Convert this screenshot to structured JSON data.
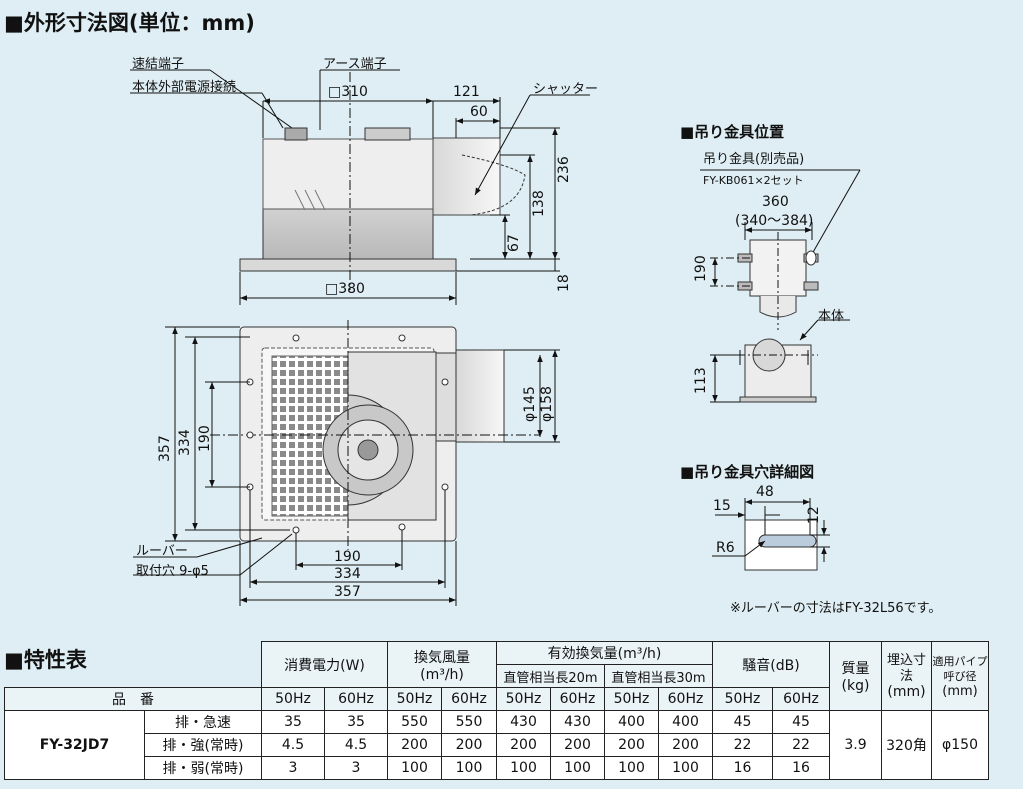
{
  "titles": {
    "dimension": "■外形寸法図(単位：mm)",
    "hanger_position": "■吊り金具位置",
    "hanger_hole": "■吊り金具穴詳細図",
    "spec": "■特性表"
  },
  "side_view": {
    "quick_terminal": "速結端子",
    "power_connection": "本体外部電源接続",
    "earth_terminal": "アース端子",
    "shutter": "シャッター",
    "dim_310": "□310",
    "dim_380": "□380",
    "dim_121": "121",
    "dim_60": "60",
    "dim_236": "236",
    "dim_138": "138",
    "dim_67": "67",
    "dim_18": "18"
  },
  "top_view": {
    "dim_357v": "357",
    "dim_334v": "334",
    "dim_190v": "190",
    "dim_145": "φ145",
    "dim_158": "φ158",
    "louver": "ルーバー",
    "mount_hole": "取付穴 9-φ5",
    "dim_190h": "190",
    "dim_334h": "334",
    "dim_357h": "357"
  },
  "hanger": {
    "fitting": "吊り金具(別売品)",
    "fitting_model": "FY-KB061×2セット",
    "dim_360": "360",
    "dim_range": "(340～384)",
    "dim_190": "190",
    "body": "本体",
    "dim_113": "113"
  },
  "hole": {
    "dim_48": "48",
    "dim_15": "15",
    "dim_12": "12",
    "r6": "R6"
  },
  "note": "※ルーバーの寸法はFY-32L56です。",
  "spec_table": {
    "h_power": "消費電力(W)",
    "h_airflow": "換気風量",
    "h_airflow_unit": "(m³/h)",
    "h_effective": "有効換気量(m³/h)",
    "h_pipe20": "直管相当長20m",
    "h_pipe30": "直管相当長30m",
    "h_noise": "騒音(dB)",
    "h_mass": "質量",
    "h_mass_unit": "(kg)",
    "h_embed": "埋込寸法",
    "h_embed_unit": "(mm)",
    "h_pipe": "適用パイプ呼び径",
    "h_pipe_unit": "(mm)",
    "h_model": "品　番",
    "hz50": "50Hz",
    "hz60": "60Hz",
    "model": "FY-32JD7",
    "mass": "3.9",
    "embed": "320角",
    "pipe": "φ150",
    "rows": [
      {
        "label": "排・急速",
        "vals": [
          "35",
          "35",
          "550",
          "550",
          "430",
          "430",
          "400",
          "400",
          "45",
          "45"
        ]
      },
      {
        "label": "排・強(常時)",
        "vals": [
          "4.5",
          "4.5",
          "200",
          "200",
          "200",
          "200",
          "200",
          "200",
          "22",
          "22"
        ]
      },
      {
        "label": "排・弱(常時)",
        "vals": [
          "3",
          "3",
          "100",
          "100",
          "100",
          "100",
          "100",
          "100",
          "16",
          "16"
        ]
      }
    ]
  }
}
